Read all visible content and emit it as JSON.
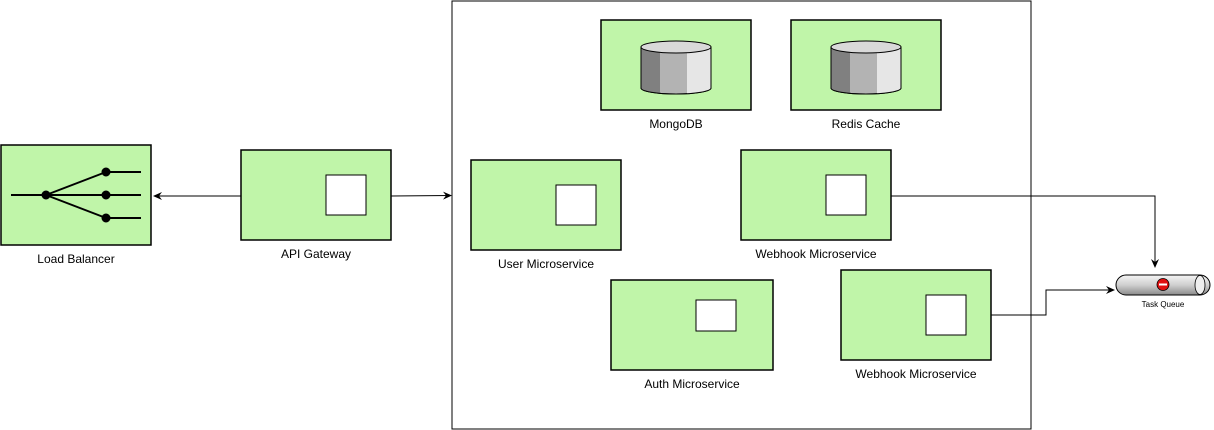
{
  "nodes": {
    "load_balancer": {
      "label": "Load Balancer"
    },
    "api_gateway": {
      "label": "API Gateway"
    },
    "mongodb": {
      "label": "MongoDB"
    },
    "redis_cache": {
      "label": "Redis Cache"
    },
    "user_service": {
      "label": "User Microservice"
    },
    "webhook_service_1": {
      "label": "Webhook Microservice"
    },
    "auth_service": {
      "label": "Auth Microservice"
    },
    "webhook_service_2": {
      "label": "Webhook Microservice"
    },
    "task_queue": {
      "label": "Task Queue"
    }
  },
  "colors": {
    "node_fill": "#c0f5a9",
    "stroke": "#000000",
    "cylinder_dark": "#808080",
    "cylinder_mid": "#b3b3b3",
    "cylinder_light": "#e6e6e6",
    "queue_stop": "#e01010"
  },
  "edges": [
    {
      "from": "api_gateway",
      "to": "load_balancer"
    },
    {
      "from": "api_gateway",
      "to": "services_container"
    },
    {
      "from": "webhook_service_1",
      "to": "task_queue"
    },
    {
      "from": "webhook_service_2",
      "to": "task_queue"
    }
  ]
}
